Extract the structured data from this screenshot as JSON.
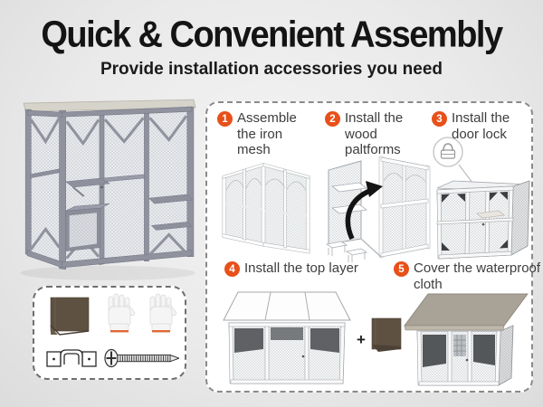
{
  "header": {
    "title": "Quick & Convenient Assembly",
    "subtitle": "Provide installation accessories you need"
  },
  "steps": [
    {
      "number": "1",
      "label": "Assemble the iron mesh",
      "illustration": "iron-mesh-walls"
    },
    {
      "number": "2",
      "label": "Install the wood paltforms",
      "illustration": "wood-platforms-with-arrow"
    },
    {
      "number": "3",
      "label": "Install the door lock",
      "illustration": "cage-with-lock-magnifier"
    },
    {
      "number": "4",
      "label": "Install the top layer",
      "illustration": "cage-with-top-panels-plus-cloth"
    },
    {
      "number": "5",
      "label": "Cover the waterproof cloth",
      "illustration": "cage-covered-with-cloth"
    }
  ],
  "plus_sign": "+",
  "accessories": {
    "items": [
      "waterproof-cloth",
      "work-gloves",
      "mesh-clamp",
      "screw"
    ]
  },
  "colors": {
    "step_badge_orange": "#e8501a",
    "title_text": "#141414",
    "step_text": "#3d3d3d",
    "panel_border_gray": "#8a8a8a",
    "cloth_brown": "#5e5142",
    "roof_taupe": "#a9a296",
    "catio_gray": "#90929e",
    "glove_cuff_orange": "#e06a35"
  }
}
